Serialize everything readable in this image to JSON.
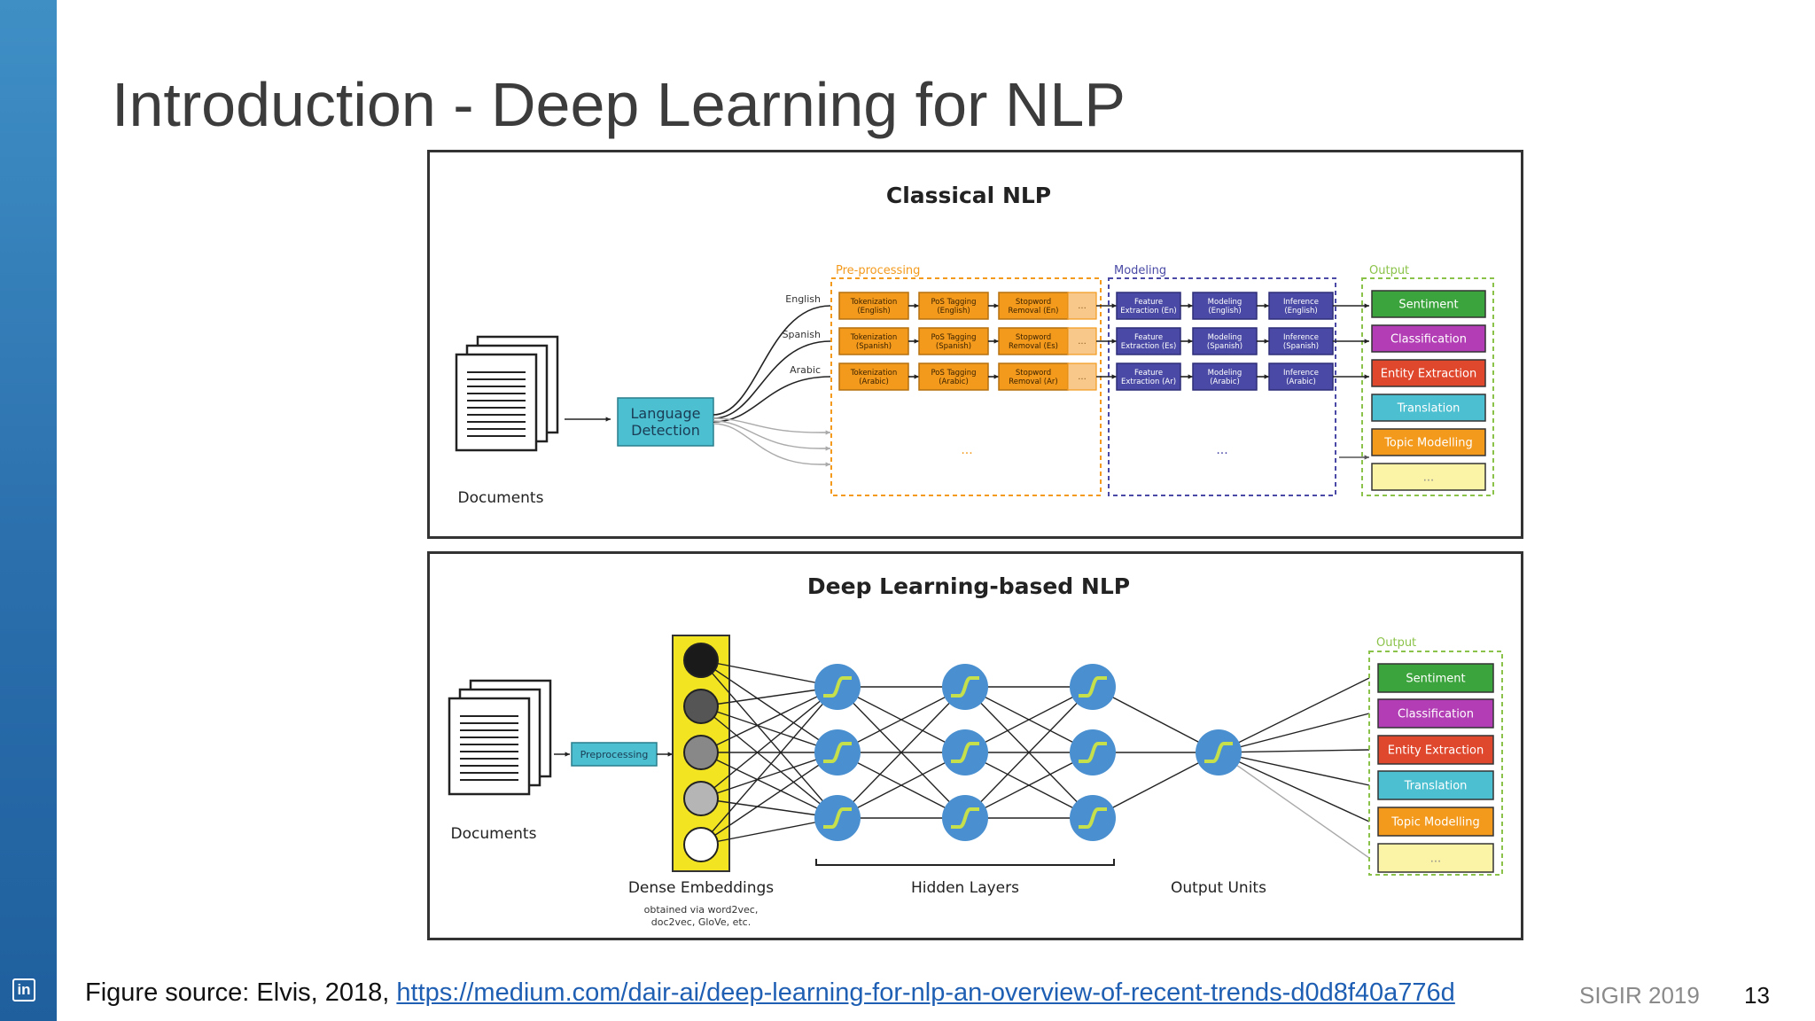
{
  "slide": {
    "title": "Introduction - Deep Learning for NLP",
    "footer_prefix": "Figure source: Elvis, 2018, ",
    "footer_link": "https://medium.com/dair-ai/deep-learning-for-nlp-an-overview-of-recent-trends-d0d8f40a776d",
    "conference": "SIGIR 2019",
    "page_number": "13",
    "logo_text": "in",
    "logo_icon": "linkedin-icon"
  },
  "classical": {
    "title": "Classical NLP",
    "documents_label": "Documents",
    "language_detection": [
      "Language",
      "Detection"
    ],
    "languages": [
      "English",
      "Spanish",
      "Arabic"
    ],
    "preprocessing_label": "Pre-processing",
    "modeling_label": "Modeling",
    "output_label": "Output",
    "ellipsis": "...",
    "pre_boxes": [
      [
        [
          "Tokenization",
          "(English)"
        ],
        [
          "PoS Tagging",
          "(English)"
        ],
        [
          "Stopword",
          "Removal (En)"
        ]
      ],
      [
        [
          "Tokenization",
          "(Spanish)"
        ],
        [
          "PoS Tagging",
          "(Spanish)"
        ],
        [
          "Stopword",
          "Removal (Es)"
        ]
      ],
      [
        [
          "Tokenization",
          "(Arabic)"
        ],
        [
          "PoS Tagging",
          "(Arabic)"
        ],
        [
          "Stopword",
          "Removal (Ar)"
        ]
      ]
    ],
    "model_boxes": [
      [
        [
          "Feature",
          "Extraction (En)"
        ],
        [
          "Modeling",
          "(English)"
        ],
        [
          "Inference",
          "(English)"
        ]
      ],
      [
        [
          "Feature",
          "Extraction (Es)"
        ],
        [
          "Modeling",
          "(Spanish)"
        ],
        [
          "Inference",
          "(Spanish)"
        ]
      ],
      [
        [
          "Feature",
          "Extraction (Ar)"
        ],
        [
          "Modeling",
          "(Arabic)"
        ],
        [
          "Inference",
          "(Arabic)"
        ]
      ]
    ],
    "outputs": [
      {
        "label": "Sentiment",
        "color": "#3ca43c"
      },
      {
        "label": "Classification",
        "color": "#b23db5"
      },
      {
        "label": "Entity Extraction",
        "color": "#e0482e"
      },
      {
        "label": "Translation",
        "color": "#4cbfd0"
      },
      {
        "label": "Topic Modelling",
        "color": "#f39a1d"
      },
      {
        "label": "...",
        "color": "#fbf4a6"
      }
    ]
  },
  "deep": {
    "title": "Deep Learning-based NLP",
    "documents_label": "Documents",
    "preprocessing": "Preprocessing",
    "dense_label": "Dense Embeddings",
    "dense_note": [
      "obtained via word2vec,",
      "doc2vec, GloVe, etc."
    ],
    "hidden_label": "Hidden Layers",
    "output_units_label": "Output Units",
    "output_label": "Output",
    "embedding_shades": [
      "#1a1a1a",
      "#555555",
      "#888888",
      "#b5b5b5",
      "#ffffff"
    ],
    "outputs": [
      {
        "label": "Sentiment",
        "color": "#3ca43c"
      },
      {
        "label": "Classification",
        "color": "#b23db5"
      },
      {
        "label": "Entity Extraction",
        "color": "#e0482e"
      },
      {
        "label": "Translation",
        "color": "#4cbfd0"
      },
      {
        "label": "Topic Modelling",
        "color": "#f39a1d"
      },
      {
        "label": "...",
        "color": "#fbf4a6"
      }
    ]
  },
  "colors": {
    "accent_sidebar": "#2b6fad",
    "preprocessing": "#f39a1d",
    "modeling": "#4a4aa6",
    "language_detection": "#4cbfd0",
    "neuron": "#4a90d0",
    "neuron_curve": "#c6e04b",
    "embedding_panel": "#f2e421",
    "link": "#1f5fb3"
  }
}
